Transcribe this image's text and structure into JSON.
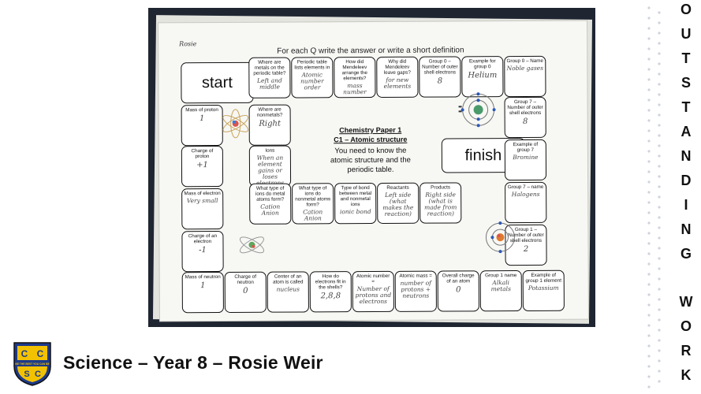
{
  "worksheet": {
    "owner": "Rosie",
    "instructions": "For each Q write the answer or write a short definition",
    "start_label": "start",
    "finish_label": "finish",
    "center": {
      "title": "Chemistry Paper 1",
      "subtitle": "C1 – Atomic structure",
      "body": "You need to know the atomic structure and the periodic table."
    },
    "cells": [
      {
        "q": "Where are metals on the periodic table?",
        "a": "Left and middle"
      },
      {
        "q": "Periodic table lists elements in",
        "a": "Atomic number order"
      },
      {
        "q": "How did Mendeleev arrange the elements?",
        "a": "mass number"
      },
      {
        "q": "Why did Mendeleev leave gaps?",
        "a": "for new elements"
      },
      {
        "q": "Group 0 – Number of outer shell electrons",
        "a": "8"
      },
      {
        "q": "Example for group 0",
        "a": "Helium"
      },
      {
        "q": "Group 0 – Name",
        "a": "Noble gases"
      },
      {
        "q": "Mass of proton",
        "a": "1"
      },
      {
        "q": "Where are nonmetals?",
        "a": "Right"
      },
      {
        "q": "Group 7 – Number of outer shell electrons",
        "a": "8"
      },
      {
        "q": "Charge of proton",
        "a": "+1"
      },
      {
        "q": "Ions",
        "a": "When an element gains or loses electrons"
      },
      {
        "q": "Example of group 7",
        "a": "Bromine"
      },
      {
        "q": "Mass of electron",
        "a": "Very small"
      },
      {
        "q": "What type of ions do metal atoms form?",
        "a": "Cation Anion"
      },
      {
        "q": "What type of ions do nonmetal atoms form?",
        "a": "Cation Anion"
      },
      {
        "q": "Type of bond between metal and nonmetal ions",
        "a": "ionic bond"
      },
      {
        "q": "Reactants",
        "a": "Left side (what makes the reaction)"
      },
      {
        "q": "Products",
        "a": "Right side (what is made from reaction)"
      },
      {
        "q": "Group 7 – name",
        "a": "Halogens"
      },
      {
        "q": "Charge of an electron",
        "a": "-1"
      },
      {
        "q": "Group 1 – Number of outer shell electrons",
        "a": "2"
      },
      {
        "q": "Mass of neutron",
        "a": "1"
      },
      {
        "q": "Charge of neutron",
        "a": "0"
      },
      {
        "q": "Center of an atom is called",
        "a": "nucleus"
      },
      {
        "q": "How do electrons fit in the shells?",
        "a": "2,8,8"
      },
      {
        "q": "Atomic number =",
        "a": "Number of protons and electrons"
      },
      {
        "q": "Atomic mass =",
        "a": "number of protons + neutrons"
      },
      {
        "q": "Overall charge of an atom",
        "a": "0"
      },
      {
        "q": "Group 1 name",
        "a": "Alkali metals"
      },
      {
        "q": "Example of group 1 element",
        "a": "Potassium"
      }
    ]
  },
  "footer": {
    "title": "Science – Year 8 – Rosie Weir",
    "logo_text": [
      "C",
      "C",
      "S",
      "C"
    ],
    "logo_motto": "BE THE BEST YOU CAN BE"
  },
  "sidebar": {
    "letters": [
      "O",
      "U",
      "T",
      "S",
      "T",
      "A",
      "N",
      "D",
      "I",
      "N",
      "G",
      "W",
      "O",
      "R",
      "K"
    ]
  },
  "colors": {
    "photo_background": "#1f2632",
    "logo_blue": "#1d3a8a",
    "logo_yellow": "#f2c200"
  }
}
